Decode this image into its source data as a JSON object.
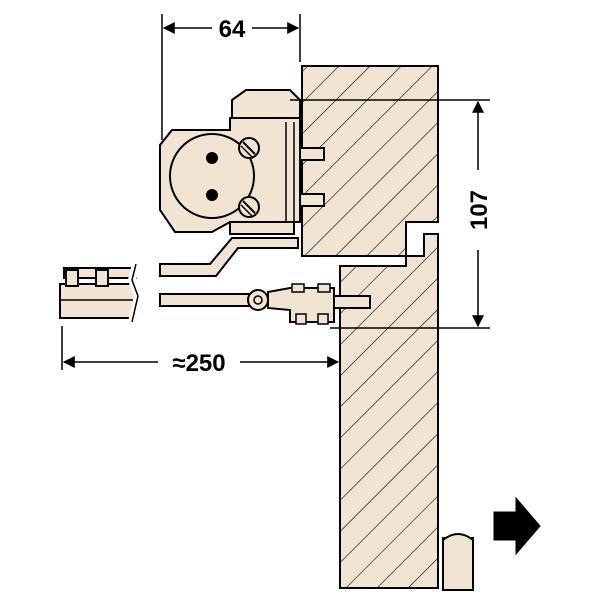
{
  "dimensions": {
    "width_label": "64",
    "height_label": "107",
    "length_label": "≈250"
  },
  "colors": {
    "body": "#f2e4d2",
    "stroke": "#000000",
    "hatch": "#000000",
    "arrow": "#000000"
  },
  "icons": {
    "direction_arrow": "right-arrow-icon"
  }
}
